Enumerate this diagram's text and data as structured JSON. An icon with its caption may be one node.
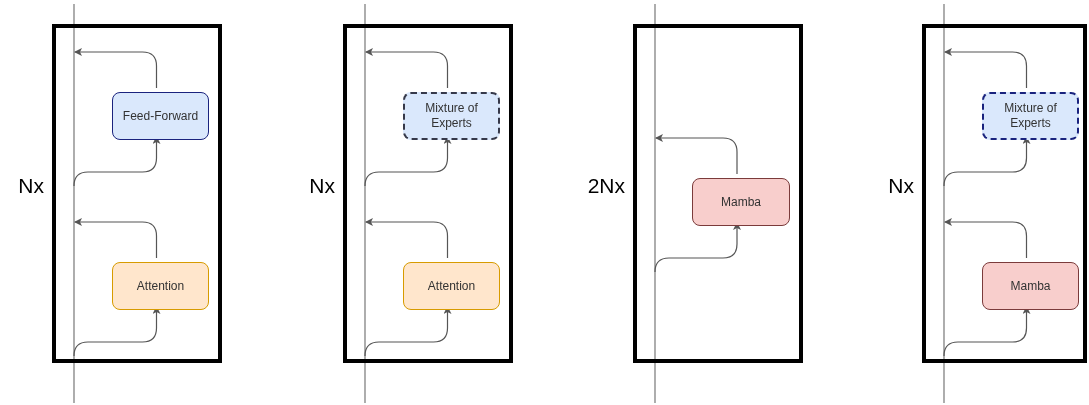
{
  "diagram": {
    "nodes": [
      {
        "text": [],
        "shape": "box",
        "beside": [
          "Nx"
        ]
      },
      {
        "text": [
          "Feed-Forward"
        ],
        "in": 0
      },
      {
        "text": [
          "Attention"
        ],
        "in": 0
      },
      {
        "text": [],
        "shape": "box",
        "beside": [
          "Nx"
        ]
      },
      {
        "text": [
          "Mixture of Experts"
        ],
        "in": 3
      },
      {
        "text": [
          "Attention"
        ],
        "in": 3
      },
      {
        "text": [],
        "shape": "box",
        "beside": [
          "2Nx"
        ]
      },
      {
        "text": [
          "Mamba"
        ],
        "in": 6
      },
      {
        "text": [],
        "shape": "box",
        "beside": [
          "Nx"
        ]
      },
      {
        "text": [
          "Mixture of Experts"
        ],
        "in": 8
      },
      {
        "text": [
          "Mamba"
        ],
        "in": 8
      }
    ],
    "edges": [
      {
        "from": null,
        "to": 2,
        "arrow": "to"
      },
      {
        "from": 2,
        "to": null,
        "arrow": "to"
      },
      {
        "from": null,
        "to": 1,
        "arrow": "to"
      },
      {
        "from": 1,
        "to": null,
        "arrow": "to"
      },
      {
        "from": null,
        "to": 5,
        "arrow": "to"
      },
      {
        "from": 5,
        "to": null,
        "arrow": "to"
      },
      {
        "from": null,
        "to": 4,
        "arrow": "to"
      },
      {
        "from": 4,
        "to": null,
        "arrow": "to"
      },
      {
        "from": null,
        "to": 7,
        "arrow": "to"
      },
      {
        "from": 7,
        "to": null,
        "arrow": "to"
      },
      {
        "from": null,
        "to": 10,
        "arrow": "to"
      },
      {
        "from": 10,
        "to": null,
        "arrow": "to"
      },
      {
        "from": null,
        "to": 9,
        "arrow": "to"
      },
      {
        "from": 9,
        "to": null,
        "arrow": "to"
      }
    ]
  }
}
